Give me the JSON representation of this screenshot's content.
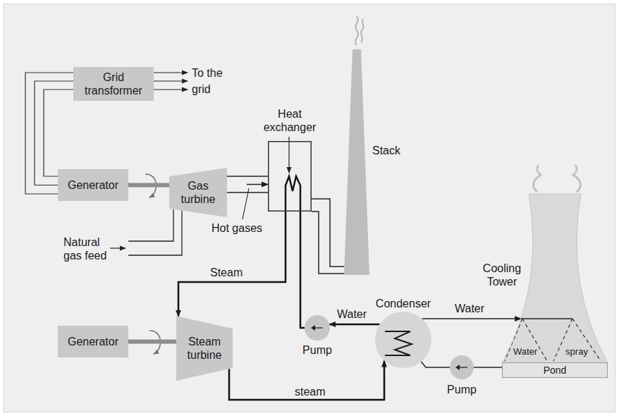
{
  "diagram": {
    "nodes": [
      {
        "text": [
          "Grid transformer"
        ]
      },
      {
        "text": [
          "Generator"
        ]
      },
      {
        "text": [
          "Gas turbine"
        ]
      },
      {
        "text": [
          "Heat exchanger"
        ]
      },
      {
        "text": [
          "Stack"
        ]
      },
      {
        "text": [
          "Generator"
        ]
      },
      {
        "text": [
          "Steam turbine"
        ]
      },
      {
        "text": [
          "Pump"
        ]
      },
      {
        "text": [
          "Condenser"
        ]
      },
      {
        "text": [
          "Cooling Tower"
        ]
      },
      {
        "text": [
          "Pump"
        ]
      },
      {
        "text": [
          "Pond"
        ]
      }
    ],
    "edges": [
      {
        "from": 1,
        "to": 0,
        "arrow": "none"
      },
      {
        "from": 2,
        "to": 1,
        "arrow": "none"
      },
      {
        "from": 2,
        "to": 3,
        "arrow": "to"
      },
      {
        "from": 3,
        "to": 4,
        "arrow": "none"
      },
      {
        "from": 3,
        "to": 6,
        "label": "Steam",
        "arrow": "to"
      },
      {
        "from": 6,
        "to": 5,
        "arrow": "none"
      },
      {
        "from": 6,
        "to": 8,
        "label": "steam",
        "arrow": "to"
      },
      {
        "from": 8,
        "to": 7,
        "label": "Water",
        "arrow": "to"
      },
      {
        "from": 7,
        "to": 3,
        "arrow": "none"
      },
      {
        "from": 8,
        "to": 9,
        "label": "Water",
        "arrow": "to"
      },
      {
        "from": 11,
        "to": 10,
        "arrow": "none"
      },
      {
        "from": 10,
        "to": 8,
        "arrow": "none"
      }
    ],
    "labels": [
      "To the",
      "grid",
      "Natural gas feed",
      "Hot gases",
      "Water",
      "spray"
    ]
  }
}
